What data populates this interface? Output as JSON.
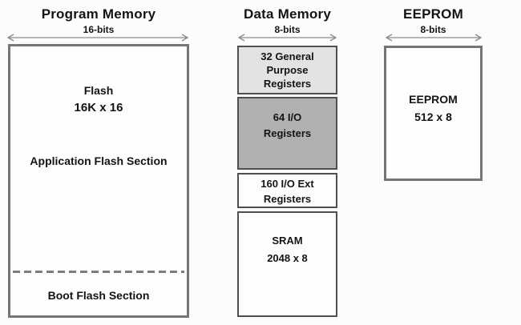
{
  "columns": {
    "program_memory": {
      "title": "Program Memory",
      "bus_width_label": "16-bits",
      "box": {
        "flash_label": "Flash",
        "flash_size": "16K x 16",
        "application_section_label": "Application Flash Section",
        "boot_section_label": "Boot Flash Section"
      }
    },
    "data_memory": {
      "title": "Data Memory",
      "bus_width_label": "8-bits",
      "sections": [
        {
          "name": "general-purpose-registers",
          "text": "32 General\nPurpose\nRegisters",
          "fill": "#e3e3e3"
        },
        {
          "name": "io-registers",
          "text": "64 I/O\nRegisters",
          "fill": "#b1b1b1"
        },
        {
          "name": "io-ext-registers",
          "text": "160 I/O Ext\nRegisters",
          "fill": "#fdfdfd"
        },
        {
          "name": "sram",
          "text": "SRAM\n2048 x 8",
          "fill": "#fdfdfd"
        }
      ]
    },
    "eeprom": {
      "title": "EEPROM",
      "bus_width_label": "8-bits",
      "box": {
        "label": "EEPROM",
        "size": "512 x 8"
      }
    }
  },
  "colors": {
    "background": "#fcfcfc",
    "outer_box_border": "#757575",
    "section_border": "#4f4f4f",
    "arrow": "#8c8c8c",
    "dashed_divider": "#7d7d7d",
    "section_fill_light": "#e3e3e3",
    "section_fill_medium": "#b1b1b1",
    "text": "#141414"
  }
}
